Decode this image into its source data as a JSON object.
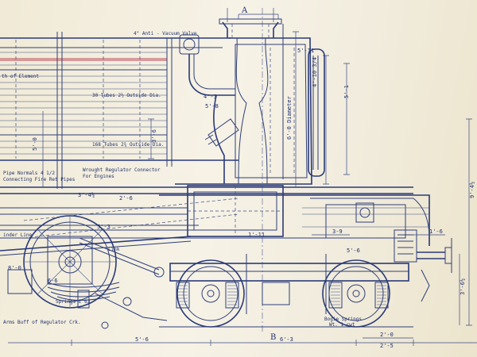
{
  "drawing": {
    "section_labels": {
      "top": "A",
      "bottom": "B"
    },
    "annotations": {
      "anti_vacuum_valve": "4\" Anti - Vacuum Valve",
      "element_length": "th of Element",
      "tubes_small": "30 Tubes 2½ Outside Dia.",
      "tubes_large": "168 Tubes 2¾ Outside Dia.",
      "pipe_note_1": "Pipe Normals 4 1/2",
      "pipe_note_2": "Connecting Fire Ret Pipes",
      "regulator_note_1": "Wrought Regulator Connector",
      "regulator_note_2": "For Engines",
      "springs": "Springs E 63",
      "link": "Link",
      "radius_rods": "Arms Buff of Regulator Crk.",
      "bogie_springs_1": "Bogie Springs",
      "bogie_springs_2": "Wt. 1 cwt",
      "cylinder": "inder Line"
    },
    "dimensions": {
      "dim_5_11": "5'-11",
      "dim_4_10": "4'-10 3/4",
      "dim_5_1": "5'-1",
      "dim_4_3": "4'-3",
      "dim_6_0": "6'-0 Diameter",
      "dim_5_8": "5'-8",
      "dim_5_0": "5'-0",
      "dim_3_6": "3'-6",
      "dim_9_4": "9'-4½",
      "dim_3_6b": "3'-6½",
      "dim_2_0": "2'-0",
      "dim_5_6": "5'-6",
      "dim_6_3": "6'-3",
      "dim_2_5": "2'-5",
      "dim_3_9": "3-9",
      "dim_1_6": "1'-6",
      "dim_3_4": "3'-4½",
      "dim_2_6": "2'-6",
      "dim_1_11": "1'-11",
      "dim_5_3": "5'-3",
      "dim_8_0": "8'-0",
      "dim_6_6": "6-6",
      "dim_5_6b": "5'-6"
    },
    "colors": {
      "ink": "#2f3f7a",
      "paper": "#f3efe2",
      "red_line": "#b8465a"
    }
  }
}
